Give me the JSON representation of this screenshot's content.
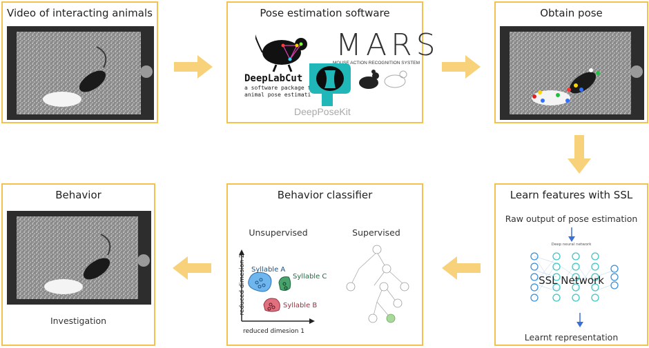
{
  "panels": {
    "video": {
      "title": "Video of interacting animals"
    },
    "pose_software": {
      "title": "Pose estimation software",
      "dlc_name": "DeepLabCut",
      "dlc_tag1": "a software package f",
      "dlc_tag2": "animal pose estimati",
      "mars_name": "MARS",
      "mars_sub": "MOUSE ACTION RECOGNITION SYSTEM",
      "dpk_name": "DeepPoseKit"
    },
    "obtain_pose": {
      "title": "Obtain pose"
    },
    "ssl": {
      "title": "Learn features with SSL",
      "top_caption": "Raw output of pose estimation",
      "network_label": "SSL Network",
      "network_header": "Deep neural network",
      "bottom_caption": "Learnt representation"
    },
    "classifier": {
      "title": "Behavior classifier",
      "unsupervised_label": "Unsupervised",
      "supervised_label": "Supervised",
      "syllable_a": "Syllable A",
      "syllable_b": "Syllable B",
      "syllable_c": "Syllable C",
      "y_axis": "reduced dimesion 2",
      "x_axis": "reduced dimesion 1"
    },
    "behavior": {
      "title": "Behavior",
      "caption": "Investigation"
    }
  },
  "colors": {
    "panel_border": "#f2c14e",
    "arrow": "#f7d27a",
    "syllable_a": "#3a8fd6",
    "syllable_b": "#c84a5a",
    "syllable_c": "#2e8a55",
    "network": "#3ec4c4"
  }
}
